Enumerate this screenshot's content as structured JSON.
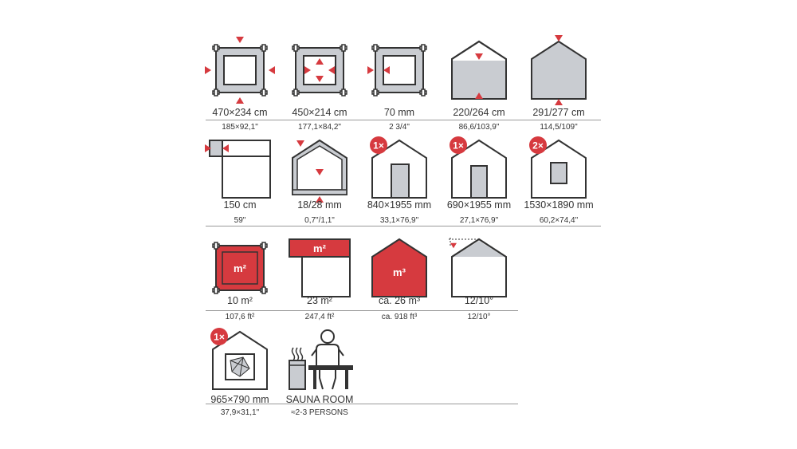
{
  "colors": {
    "accent": "#d63a3f",
    "frame": "#c9ccd1",
    "outline": "#333333"
  },
  "rows": [
    {
      "items": [
        {
          "icon": "floor-outer-dimensions-icon",
          "primary": "470×234 cm",
          "secondary": "185×92,1\""
        },
        {
          "icon": "floor-inner-dimensions-icon",
          "primary": "450×214 cm",
          "secondary": "177,1×84,2\""
        },
        {
          "icon": "wall-thickness-icon",
          "primary": "70 mm",
          "secondary": "2  3/4\""
        },
        {
          "icon": "wall-height-icon",
          "primary": "220/264 cm",
          "secondary": "86,6/103,9\""
        },
        {
          "icon": "total-height-icon",
          "primary": "291/277 cm",
          "secondary": "114,5/109\""
        }
      ]
    },
    {
      "items": [
        {
          "icon": "overhang-icon",
          "primary": "150 cm",
          "secondary": "59\""
        },
        {
          "icon": "roof-floor-thickness-icon",
          "primary": "18/28 mm",
          "secondary": "0,7\"/1,1\""
        },
        {
          "icon": "door-icon",
          "badge": "1×",
          "primary": "840×1955 mm",
          "secondary": "33,1×76,9\""
        },
        {
          "icon": "inner-door-icon",
          "badge": "1×",
          "primary": "690×1955 mm",
          "secondary": "27,1×76,9\""
        },
        {
          "icon": "window-icon",
          "badge": "2×",
          "primary": "1530×1890 mm",
          "secondary": "60,2×74,4\""
        }
      ]
    },
    {
      "items": [
        {
          "icon": "floor-area-icon",
          "label": "m²",
          "primary": "10 m²",
          "secondary": "107,6 ft²"
        },
        {
          "icon": "roof-area-icon",
          "label": "m²",
          "primary": "23 m²",
          "secondary": "247,4 ft²"
        },
        {
          "icon": "volume-icon",
          "label": "m³",
          "primary": "ca. 26 m³",
          "secondary": "ca. 918 ft³"
        },
        {
          "icon": "roof-pitch-icon",
          "primary": "12/10°",
          "secondary": "12/10°"
        }
      ]
    },
    {
      "items": [
        {
          "icon": "sauna-window-icon",
          "badge": "1×",
          "primary": "965×790 mm",
          "secondary": "37,9×31,1\""
        },
        {
          "icon": "sauna-room-icon",
          "primary": "SAUNA ROOM",
          "secondary": "≈2-3 PERSONS"
        }
      ]
    }
  ]
}
